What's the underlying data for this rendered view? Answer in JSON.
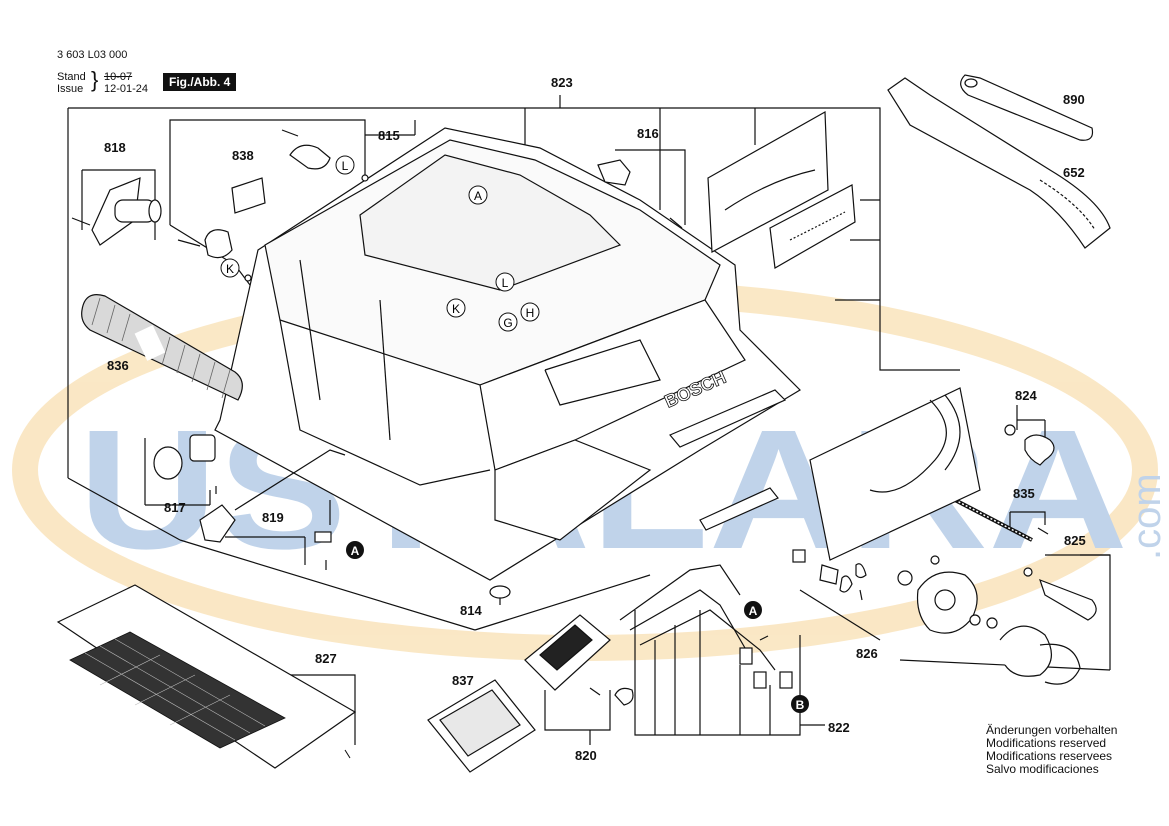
{
  "header": {
    "doc_number": "3 603 L03 000",
    "stand_label": "Stand",
    "issue_label": "Issue",
    "stand_value": "10-07",
    "issue_value": "12-01-24",
    "figure": "Fig./Abb. 4"
  },
  "callouts": {
    "c823": "823",
    "c815": "815",
    "c816": "816",
    "c818": "818",
    "c838": "838",
    "c836": "836",
    "c817": "817",
    "c819": "819",
    "c814": "814",
    "c827": "827",
    "c837": "837",
    "c820": "820",
    "c822": "822",
    "c824": "824",
    "c835": "835",
    "c825": "825",
    "c826": "826",
    "c890": "890",
    "c652": "652"
  },
  "circle_letters": {
    "A": "A",
    "L": "L",
    "K": "K",
    "G": "G",
    "H": "H",
    "B": "B"
  },
  "brand_marking": "BOSCH",
  "notes": [
    "Änderungen vorbehalten",
    "Modifications reserved",
    "Modifications reservees",
    "Salvo modificaciones"
  ],
  "watermark": {
    "text": "USTALARA",
    "domain": ".com",
    "color": "#5b8ec9",
    "ring_color": "#f2c26a"
  }
}
